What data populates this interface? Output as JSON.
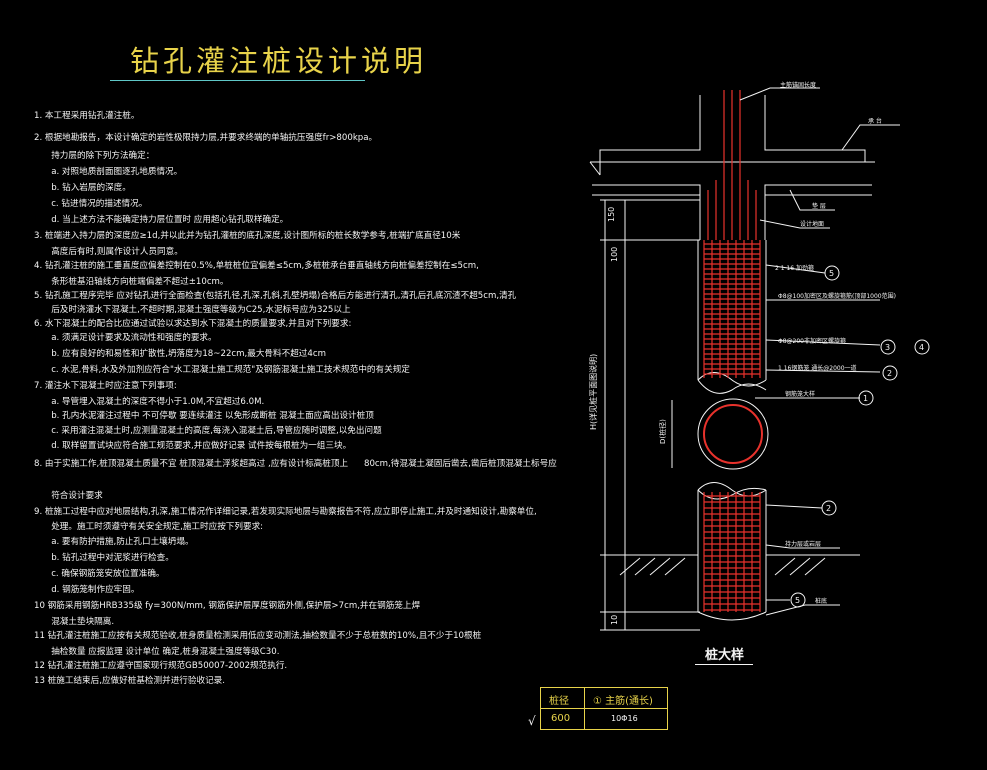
{
  "title": "钻孔灌注桩设计说明",
  "notes": [
    "1. 本工程采用钻孔灌注桩。",
    "2. 根据地勘报告，本设计确定的岩性极限持力层,并要求终端的单轴抗压强度fr>800kpa。",
    "　　持力层的除下列方法确定：",
    "　　a. 对照地质剖面图逐孔地质情况。",
    "　　b. 钻入岩层的深度。",
    "　　c. 钻进情况的描述情况。",
    "　　d. 当上述方法不能确定持力层位置时 应用超心钻孔取样确定。",
    "3. 桩端进入持力层的深度应≥1d,并以此并为钻孔灌桩的底孔深度,设计图所标的桩长数学参考,桩端扩底直径10米",
    "　　高度后有时,则属作设计人员同意。",
    "4. 钻孔灌注桩的施工垂直度应偏差控制在0.5%,单桩桩位宜偏差≤5cm,多桩桩承台垂直轴线方向桩偏差控制在≤5cm,",
    "　　条形桩基沿轴线方向桩端偏差不超过±10cm。",
    "5. 钻孔施工程序完毕 应对钻孔进行全面检查(包括孔径,孔深,孔斜,孔壁坍塌)合格后方能进行清孔,清孔后孔底沉渣不超5cm,清孔",
    "　　后及时浇灌水下混凝土,不超时期,混凝土强度等级为C25,水泥标号应为325以上",
    "6. 水下混凝土的配合比应通过试验以求达到水下混凝土的质量要求,并且对下列要求:",
    "　　a. 须满足设计要求及流动性和强度的要求。",
    "　　b. 应有良好的和易性和扩散性,坍落度为18~22cm,最大骨料不超过4cm",
    "　　c. 水泥,骨料,水及外加剂应符合\"水工混凝土施工规范\"及钢筋混凝土施工技术规范中的有关规定",
    "7. 灌注水下混凝土时应注意下列事项:",
    "　　a. 导管埋入混凝土的深度不得小于1.0M,不宜超过6.0M.",
    "　　b. 孔内水泥灌注过程中 不可停歇 要连续灌注 以免形成断桩 混凝土面应高出设计桩顶",
    "　　c. 采用灌注混凝土时,应测量混凝土的高度,每浇入混凝土后,导管应随时调整,以免出问题",
    "　　d. 取样留置试块应符合施工规范要求,并应做好记录 试件按每根桩为一组三块。",
    "8. 由于实施工作,桩顶混凝土质量不宜 桩顶混凝土浮浆超高过 ,应有设计标高桩顶上",
    "80cm,待混凝土凝固后凿去,凿后桩顶混凝土标号应",
    "　　符合设计要求",
    "9. 桩施工过程中应对地层结构,孔深,施工情况作详细记录,若发现实际地层与勘察报告不符,应立即停止施工,并及时通知设计,勘察单位,",
    "　　处理。施工时须遵守有关安全规定,施工时应按下列要求:",
    "　　a. 要有防护措施,防止孔口土壤坍塌。",
    "　　b. 钻孔过程中对泥浆进行检查。",
    "　　c. 确保钢筋笼安放位置准确。",
    "　　d. 钢筋笼制作应牢固。",
    "10 钢筋采用钢筋HRB335级 fy=300N/mm, 钢筋保护层厚度钢筋外侧,保护层>7cm,并在钢筋笼上焊",
    "　　混凝土垫块隔离.",
    "11 钻孔灌注桩施工应按有关规范验收,桩身质量检测采用低应变动测法,抽检数量不少于总桩数的10%,且不少于10根桩",
    "　　抽检数量 应报监理 设计单位 确定,桩身混凝土强度等级C30.",
    "12 钻孔灌注桩施工应遵守国家现行规范GB50007-2002规范执行.",
    "13 桩施工结束后,应做好桩基检测并进行验收记录."
  ],
  "callouts": {
    "top_main_bar": "主筋锚固长度",
    "pile_cap": "承 台",
    "mat_layer": "垫 层",
    "ground_level": "设计地面",
    "stirrup_reinf": "2 1 16 加劲箍",
    "spiral_label": "Φ8@100加密区及螺旋箍筋(顶部1000范围)",
    "spiral2_label": "Φ8@200非加密区螺旋箍",
    "bar_label": "1 16钢筋笼 通长@2000一道",
    "section_label": "钢筋笼大样",
    "soil_label": "持力层或岩层",
    "bottom_label": "桩底",
    "dim_vertical": "H(详见桩平面图说明)",
    "dim_150": "150",
    "dim_100": "100",
    "dim_10": "10",
    "dim_d": "D(桩径)"
  },
  "circle_tags": [
    "5",
    "3",
    "4",
    "2",
    "1",
    "2",
    "5"
  ],
  "detail_title": "桩大样",
  "table": {
    "header_col1": "桩径",
    "header_col2": "①  主筋(通长)",
    "tag": "1",
    "row_val1": "600",
    "row_val2": "10Φ16",
    "check": "√"
  },
  "colors": {
    "yellow": "#e8d34a",
    "cyan": "#5fc7c7",
    "red": "#e8322c",
    "white": "#f4f4f4",
    "bg": "#000000"
  }
}
